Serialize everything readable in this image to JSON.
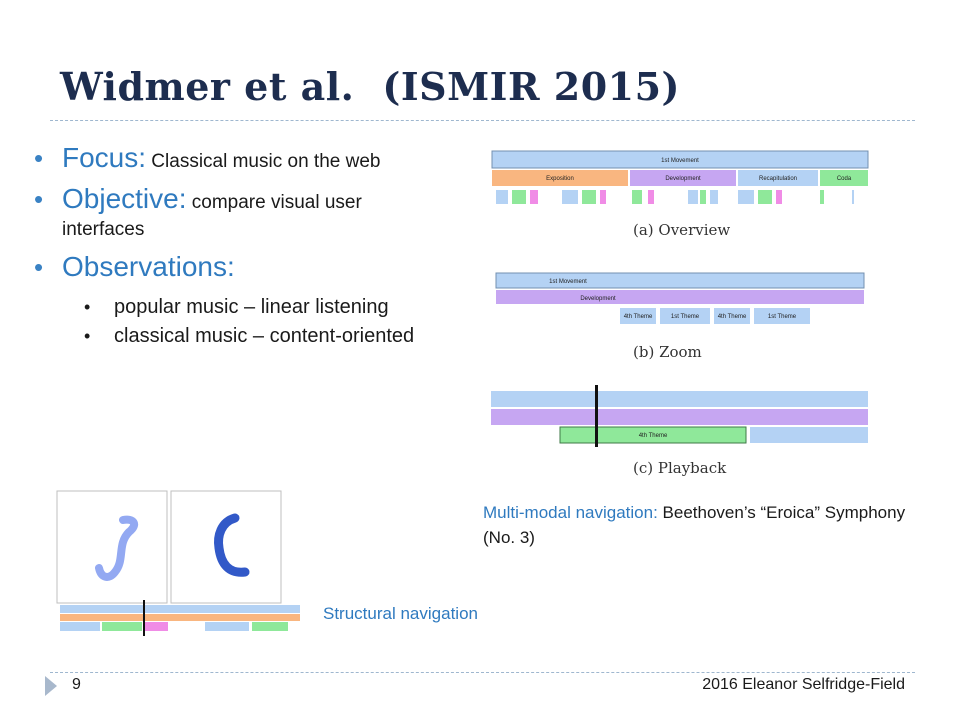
{
  "slide": {
    "title_part1": "Widmer et al.",
    "title_part2": "(ISMIR 2015)",
    "bullets": [
      {
        "head": "Focus:",
        "text": " Classical music on the web"
      },
      {
        "head": "Objective:",
        "text": " compare visual user interfaces"
      },
      {
        "head": "Observations:",
        "text": ""
      }
    ],
    "sub_bullets": [
      "popular music – linear listening",
      "classical music – content-oriented"
    ],
    "figure_labels": {
      "overview": "(a) Overview",
      "zoom": "(b) Zoom",
      "playback": "(c) Playback"
    },
    "overview_bars": {
      "movement": "1st Movement",
      "exposition": "Exposition",
      "development": "Development",
      "recapitulation": "Recapitulation",
      "coda": "Coda"
    },
    "zoom_bars": {
      "movement": "1st Movement",
      "development": "Development",
      "t1": "4th Theme",
      "t2": "1st Theme",
      "t3": "4th Theme",
      "t4": "1st Theme"
    },
    "playback_bars": {
      "theme": "4th Theme"
    },
    "caption_right_highlight": "Multi-modal navigation:",
    "caption_right_text": "  Beethoven’s “Eroica” Symphony (No. 3)",
    "caption_left": "Structural navigation",
    "page_number": "9",
    "footer": "2016 Eleanor Selfridge-Field",
    "colors": {
      "title": "#1d2d4f",
      "accent": "#2f7abf",
      "blue_bar": "#b4d2f4",
      "orange_bar": "#f9b680",
      "purple_bar": "#c6a6f2",
      "green_bar": "#8fe89a"
    }
  }
}
